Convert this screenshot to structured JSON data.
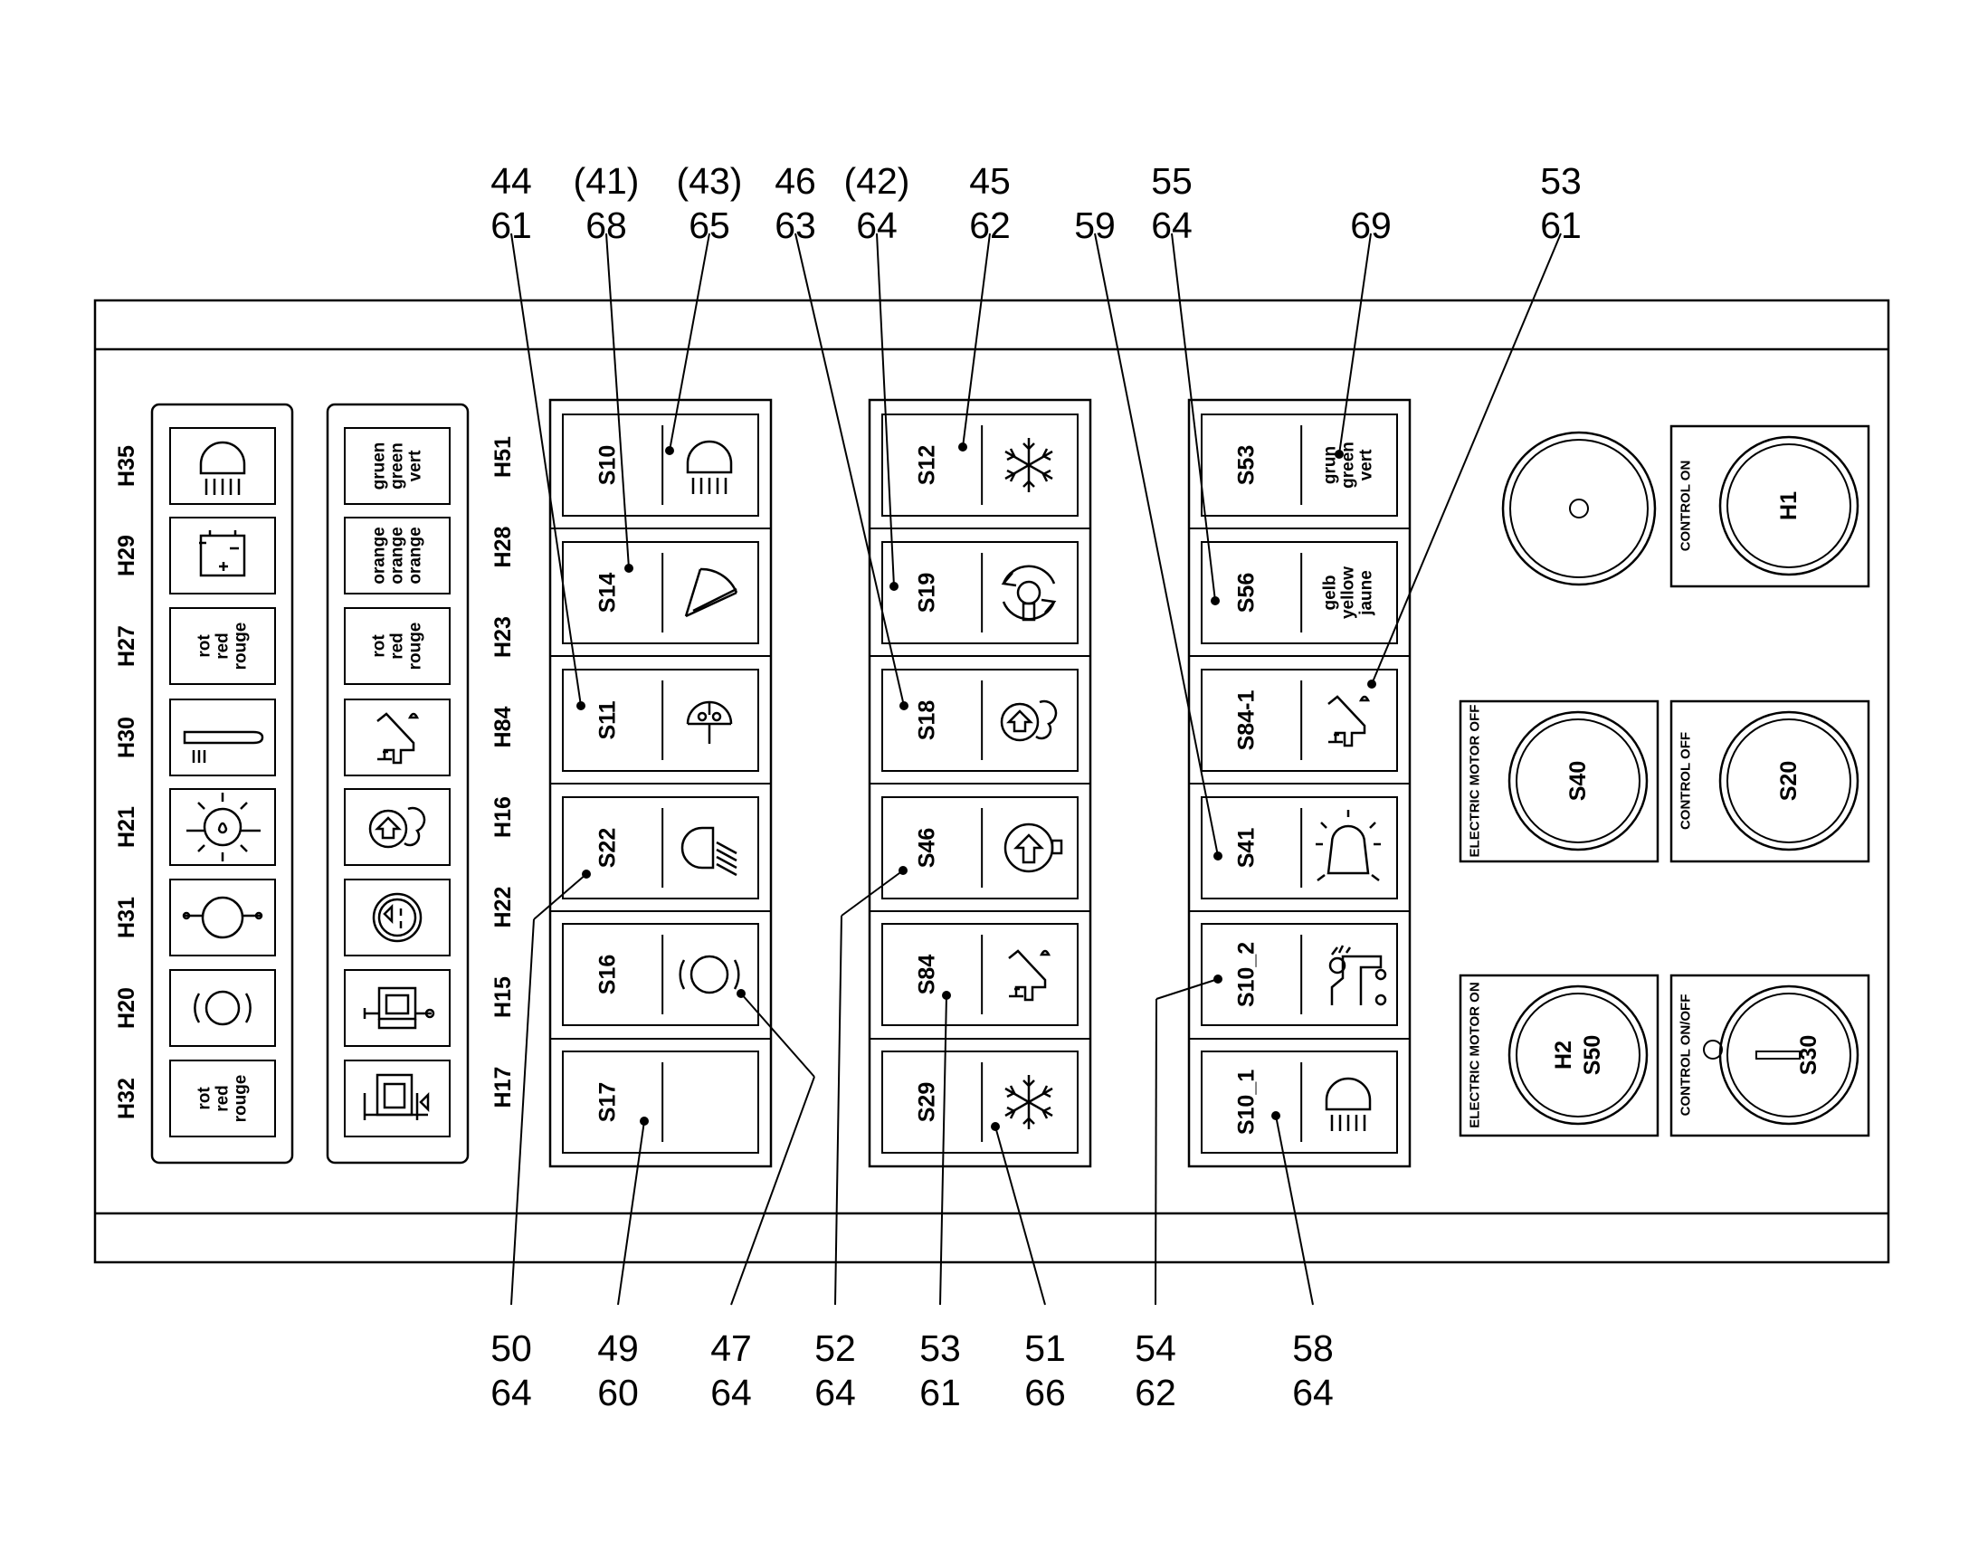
{
  "callouts_top": [
    {
      "id": "t1",
      "lines": [
        "44",
        "61"
      ]
    },
    {
      "id": "t2",
      "lines": [
        "(41)",
        "68"
      ]
    },
    {
      "id": "t3",
      "lines": [
        "(43)",
        "65"
      ]
    },
    {
      "id": "t4",
      "lines": [
        "46",
        "63"
      ]
    },
    {
      "id": "t5",
      "lines": [
        "(42)",
        "64"
      ]
    },
    {
      "id": "t6",
      "lines": [
        "45",
        "62"
      ]
    },
    {
      "id": "t7",
      "lines": [
        "",
        "59"
      ]
    },
    {
      "id": "t8",
      "lines": [
        "55",
        "64"
      ]
    },
    {
      "id": "t9",
      "lines": [
        "",
        "69"
      ]
    },
    {
      "id": "t10",
      "lines": [
        "53",
        "61"
      ]
    }
  ],
  "callouts_bottom": [
    {
      "id": "b1",
      "lines": [
        "50",
        "64"
      ]
    },
    {
      "id": "b2",
      "lines": [
        "49",
        "60"
      ]
    },
    {
      "id": "b3",
      "lines": [
        "47",
        "64"
      ]
    },
    {
      "id": "b4",
      "lines": [
        "52",
        "64"
      ]
    },
    {
      "id": "b5",
      "lines": [
        "53",
        "61"
      ]
    },
    {
      "id": "b6",
      "lines": [
        "51",
        "66"
      ]
    },
    {
      "id": "b7",
      "lines": [
        "54",
        "62"
      ]
    },
    {
      "id": "b8",
      "lines": [
        "58",
        "64"
      ]
    }
  ],
  "indicator_column_1": [
    {
      "label": "H35",
      "icon": "work-light-icon"
    },
    {
      "label": "H29",
      "icon": "battery-icon"
    },
    {
      "label": "H27",
      "icon": "text",
      "text": [
        "rot",
        "red",
        "rouge"
      ]
    },
    {
      "label": "H30",
      "icon": "glow-plug-icon"
    },
    {
      "label": "H21",
      "icon": "oil-pressure-icon"
    },
    {
      "label": "H31",
      "icon": "coolant-icon"
    },
    {
      "label": "H20",
      "icon": "brake-icon"
    },
    {
      "label": "H32",
      "icon": "text",
      "text": [
        "rot",
        "red",
        "rouge"
      ]
    }
  ],
  "indicator_column_2": [
    {
      "icon": "text",
      "text": [
        "gruen",
        "green",
        "vert"
      ]
    },
    {
      "icon": "text",
      "text": [
        "orange",
        "orange",
        "orange"
      ]
    },
    {
      "icon": "text",
      "text": [
        "rot",
        "red",
        "rouge"
      ]
    },
    {
      "icon": "stabilizer-icon"
    },
    {
      "icon": "hook-icon"
    },
    {
      "icon": "speedometer-icon"
    },
    {
      "icon": "fuel-filter-icon"
    },
    {
      "icon": "hydraulic-filter-icon"
    }
  ],
  "switch_group_1": {
    "lamps": [
      "H51",
      "H28",
      "H23",
      "H84",
      "H16",
      "H22",
      "H15",
      "H17"
    ],
    "switches": [
      {
        "label": "S10",
        "icon": "work-light-icon"
      },
      {
        "label": "S14",
        "icon": "wiper-icon"
      },
      {
        "label": "S11",
        "icon": "washer-icon"
      },
      {
        "label": "S22",
        "icon": "headlight-icon"
      },
      {
        "label": "S16",
        "icon": "parking-brake-icon"
      },
      {
        "label": "S17",
        "icon": "holding-brake-icon"
      }
    ]
  },
  "switch_group_2": {
    "switches": [
      {
        "label": "S12",
        "icon": "snowflake-icon"
      },
      {
        "label": "S19",
        "icon": "slewing-icon"
      },
      {
        "label": "S18",
        "icon": "hook-icon"
      },
      {
        "label": "S46",
        "icon": "grab-icon"
      },
      {
        "label": "S84",
        "icon": "stabilizer-icon"
      },
      {
        "label": "S29",
        "icon": "snowflake-icon"
      }
    ]
  },
  "switch_group_3": {
    "switches": [
      {
        "label": "S53",
        "icon": "text",
        "text": [
          "grun",
          "green",
          "vert"
        ]
      },
      {
        "label": "S56",
        "icon": "text",
        "text": [
          "gelb",
          "yellow",
          "jaune"
        ]
      },
      {
        "label": "S84-1",
        "icon": "stabilizer-icon"
      },
      {
        "label": "S41",
        "icon": "beacon-icon"
      },
      {
        "label": "S10_2",
        "icon": "cab-light-icon"
      },
      {
        "label": "S10_1",
        "icon": "work-light-icon"
      }
    ]
  },
  "control_boxes": [
    {
      "id": "h1",
      "side_label": "CONTROL ON",
      "center": [
        "H1"
      ]
    },
    {
      "id": "s40",
      "side_label": "ELECTRIC MOTOR OFF",
      "center": [
        "S40"
      ]
    },
    {
      "id": "s20",
      "side_label": "CONTROL OFF",
      "center": [
        "S20"
      ]
    },
    {
      "id": "h2",
      "side_label": "ELECTRIC MOTOR ON",
      "center": [
        "H2",
        "S50"
      ]
    },
    {
      "id": "s30",
      "side_label": "CONTROL ON/OFF",
      "center": [
        "S30"
      ]
    }
  ],
  "colors": {
    "line": "#000000",
    "background": "#ffffff"
  }
}
